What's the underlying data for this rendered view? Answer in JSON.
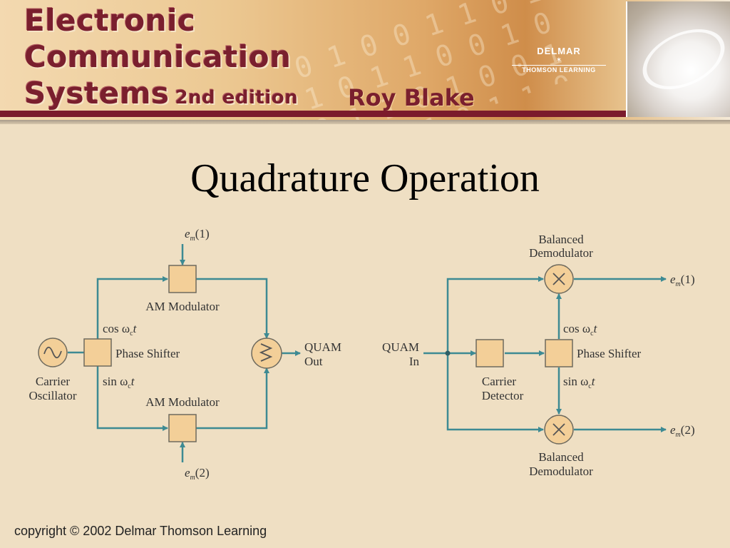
{
  "banner": {
    "title_line1": "Electronic",
    "title_line2": "Communication",
    "title_line3": "Systems",
    "edition": "2nd edition",
    "author": "Roy Blake",
    "publisher_line1": "DELMAR",
    "publisher_line2": "THOMSON LEARNING"
  },
  "slide": {
    "title": "Quadrature Operation",
    "copyright": "copyright © 2002 Delmar Thomson Learning"
  },
  "modulator": {
    "input_top": "e",
    "input_top_sub": "m",
    "input_top_num": "(1)",
    "input_bottom": "e",
    "input_bottom_sub": "m",
    "input_bottom_num": "(2)",
    "am_top_label": "AM Modulator",
    "am_bottom_label": "AM Modulator",
    "cos_label": "cos ω",
    "cos_sub": "c",
    "cos_t": "t",
    "sin_label": "sin ω",
    "sin_sub": "c",
    "sin_t": "t",
    "phase_shifter": "Phase Shifter",
    "oscillator_line1": "Carrier",
    "oscillator_line2": "Oscillator",
    "output_line1": "QUAM",
    "output_line2": "Out"
  },
  "demodulator": {
    "input_line1": "QUAM",
    "input_line2": "In",
    "demod_top_line1": "Balanced",
    "demod_top_line2": "Demodulator",
    "demod_bottom_line1": "Balanced",
    "demod_bottom_line2": "Demodulator",
    "carrier_line1": "Carrier",
    "carrier_line2": "Detector",
    "phase_shifter": "Phase Shifter",
    "cos_label": "cos ω",
    "cos_sub": "c",
    "cos_t": "t",
    "sin_label": "sin ω",
    "sin_sub": "c",
    "sin_t": "t",
    "output_top": "e",
    "output_top_sub": "m",
    "output_top_num": "(1)",
    "output_bottom": "e",
    "output_bottom_sub": "m",
    "output_bottom_num": "(2)"
  },
  "colors": {
    "line": "#3d8a93",
    "block_fill": "#f3cf98",
    "block_stroke": "#6e6a5e",
    "title_maroon": "#7a1f2e",
    "background": "#efdfc3"
  }
}
